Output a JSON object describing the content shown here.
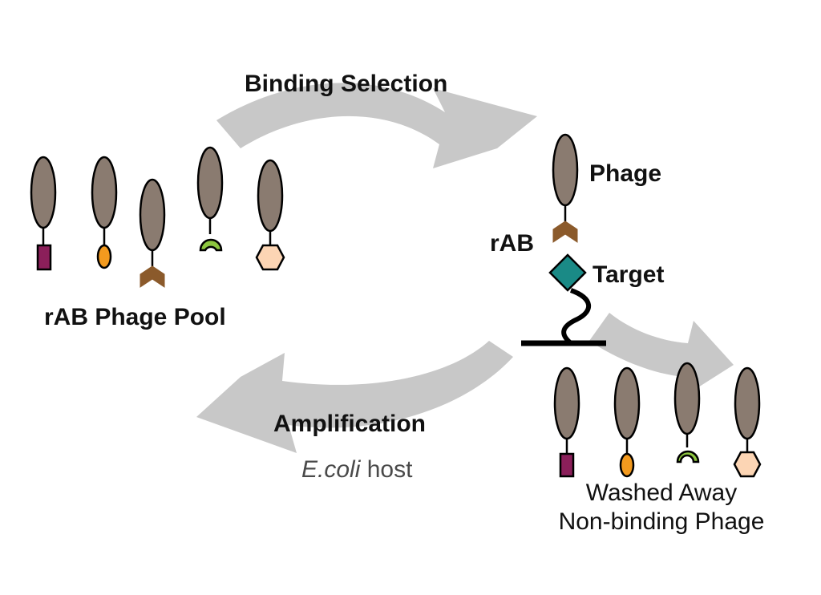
{
  "labels": {
    "binding_selection": "Binding Selection",
    "phage": "Phage",
    "rab": "rAB",
    "target": "Target",
    "pool": "rAB Phage Pool",
    "amplification": "Amplification",
    "host_italic": "E.coli",
    "host_rest": " host",
    "washed_line1": "Washed Away",
    "washed_line2": "Non-binding Phage"
  },
  "colors": {
    "phage_body": "#8a7b70",
    "arrow": "#c8c8c8",
    "outline": "#000000",
    "tag_square": "#8b1f5a",
    "tag_oval": "#f39a1e",
    "tag_chevron": "#8b5a2b",
    "tag_arc": "#8dc63f",
    "tag_hexagon": "#fcd5b4",
    "target_diamond": "#1a8a86"
  },
  "icons": [
    "phage-icon",
    "square-tag-icon",
    "oval-tag-icon",
    "chevron-tag-icon",
    "arc-tag-icon",
    "hexagon-tag-icon",
    "diamond-target-icon",
    "curved-arrow-icon"
  ]
}
